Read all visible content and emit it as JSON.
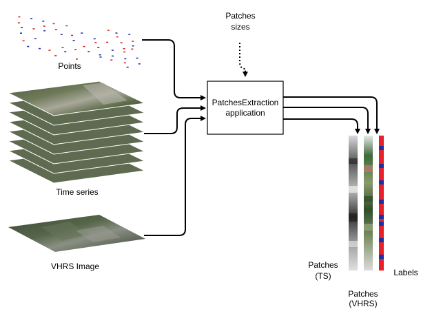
{
  "inputs": {
    "points_label": "Points",
    "time_series_label": "Time series",
    "vhrs_label": "VHRS Image"
  },
  "parameter": {
    "line1": "Patches",
    "line2": "sizes"
  },
  "application": {
    "line1": "PatchesExtraction",
    "line2": "application"
  },
  "outputs": {
    "ts_line1": "Patches",
    "ts_line2": "(TS)",
    "vhrs_line1": "Patches",
    "vhrs_line2": "(VHRS)",
    "labels_label": "Labels"
  },
  "colors": {
    "label_red": "#e8202a",
    "label_blue": "#1a2fa8",
    "point_red": "#e02020",
    "point_blue": "#1f2fb0"
  }
}
